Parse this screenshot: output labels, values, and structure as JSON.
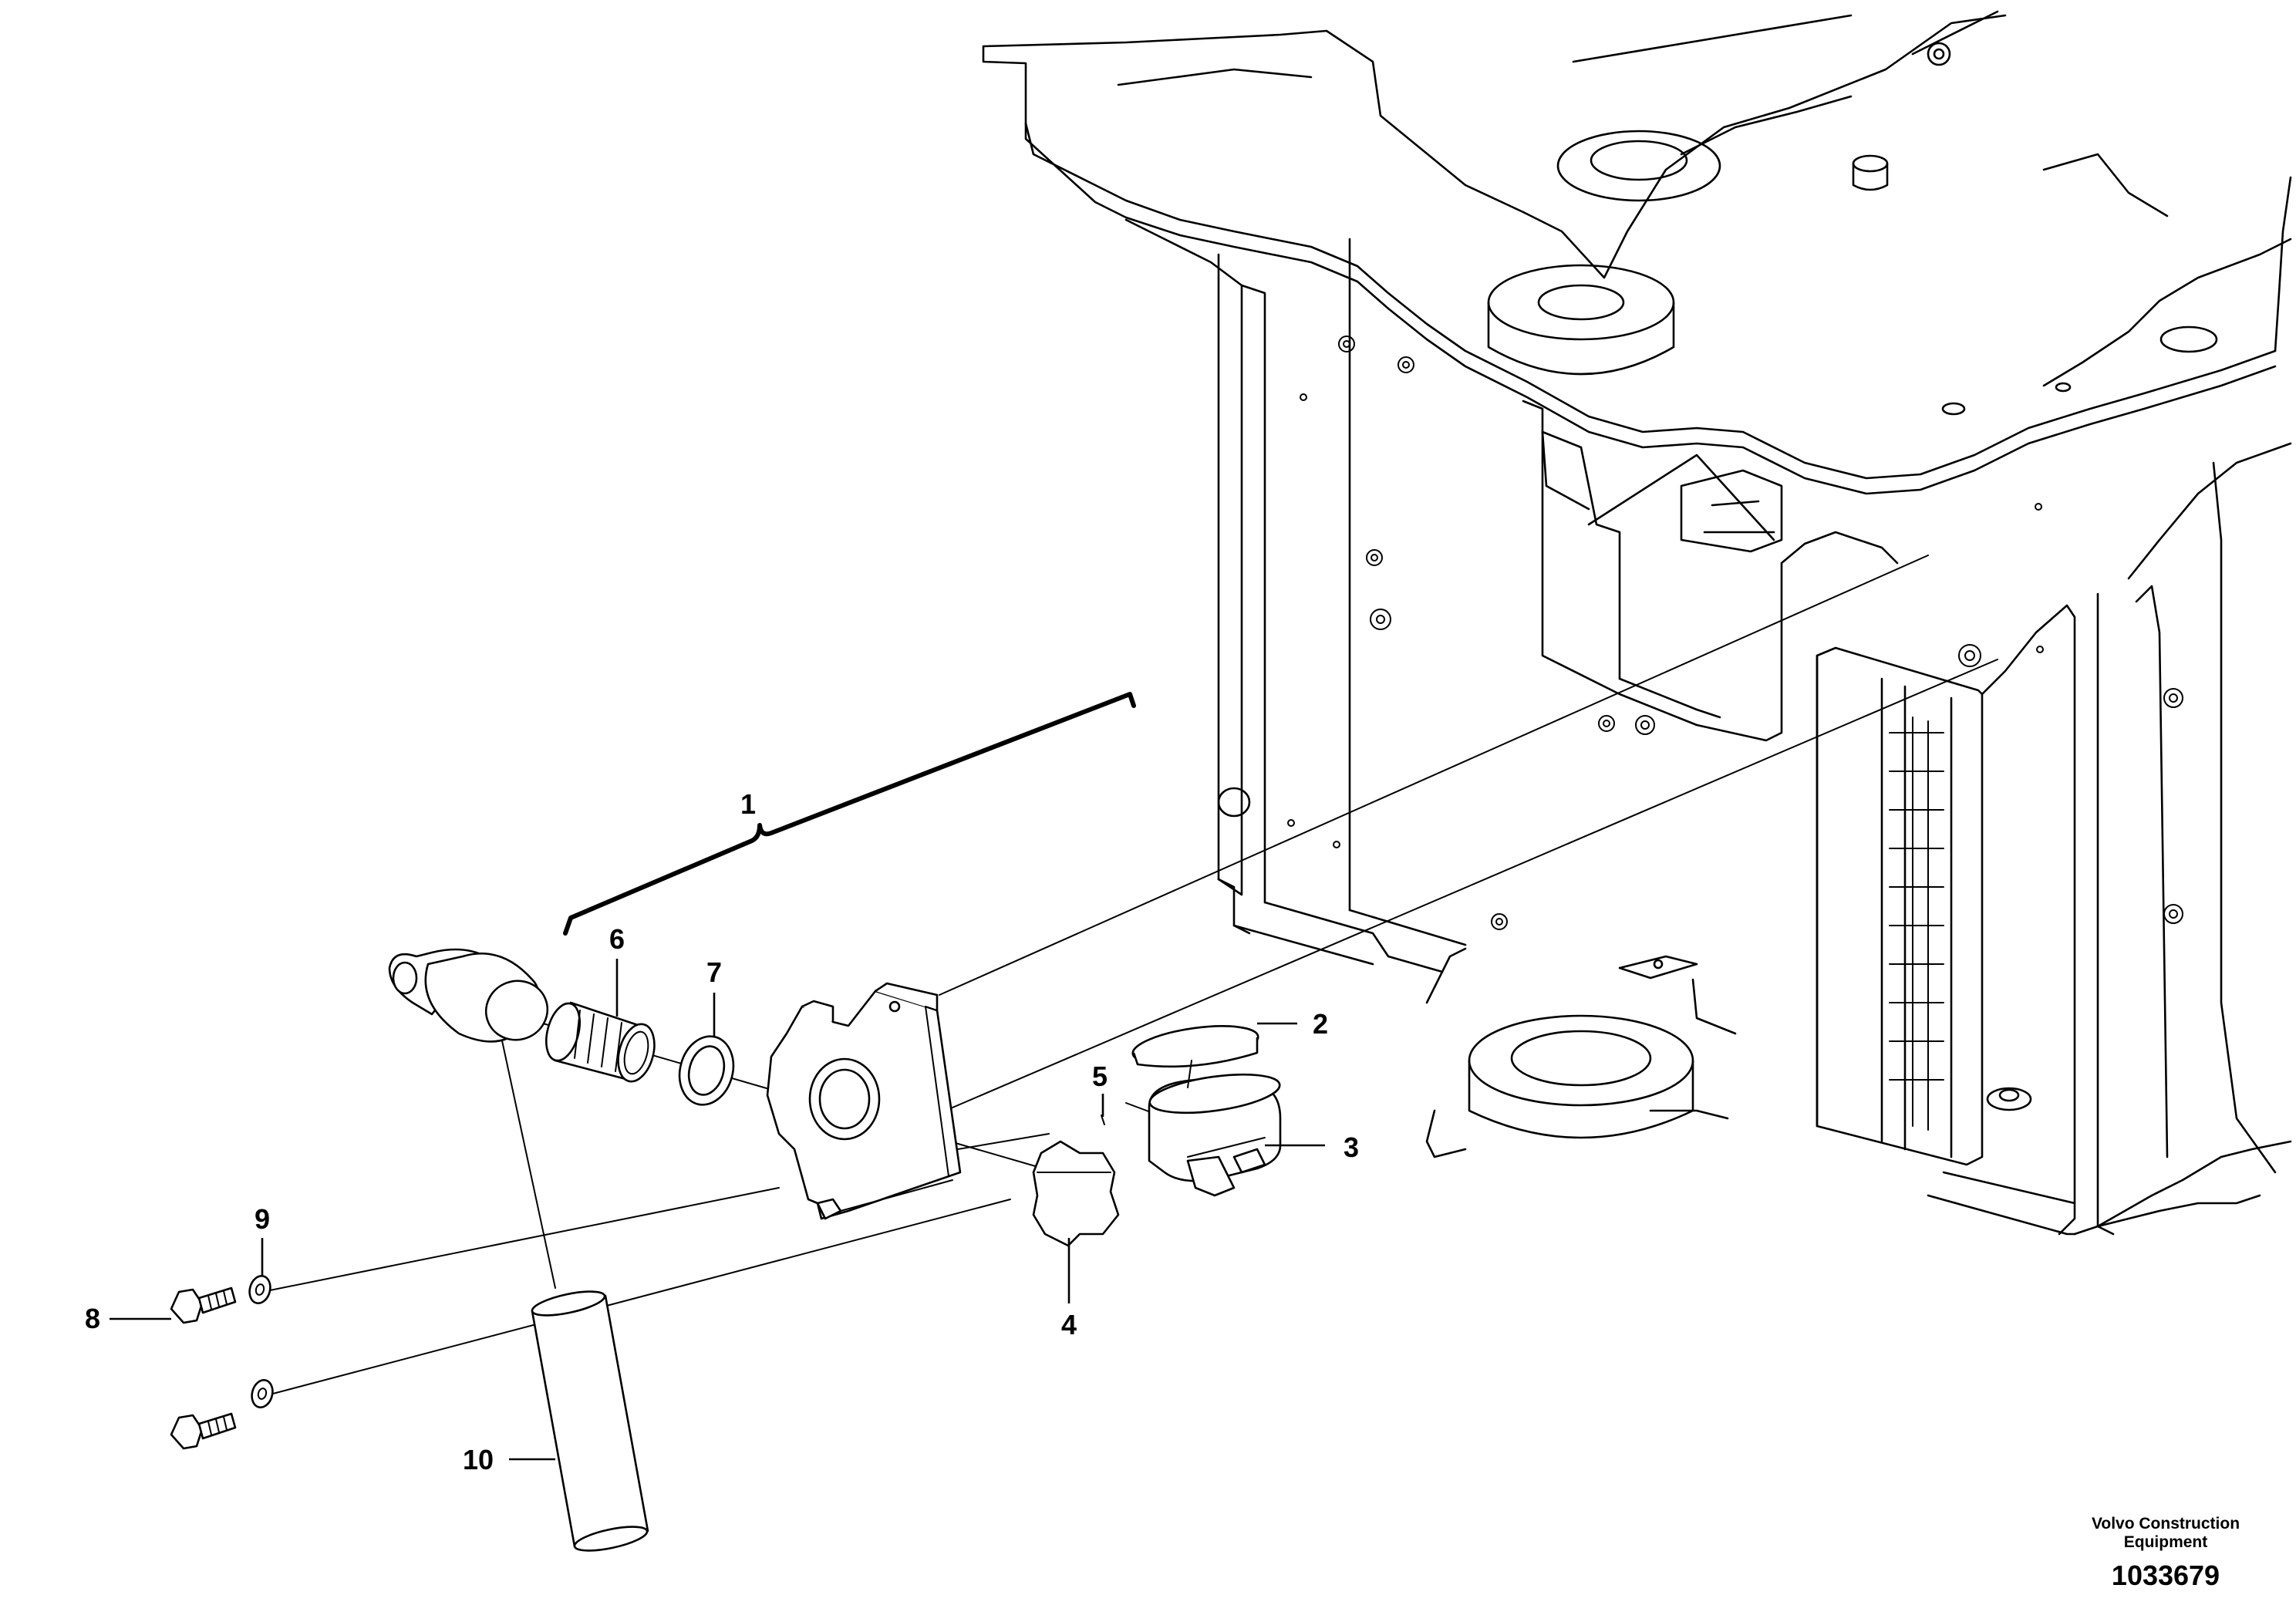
{
  "callouts": [
    {
      "id": "1",
      "label": "1"
    },
    {
      "id": "2",
      "label": "2"
    },
    {
      "id": "3",
      "label": "3"
    },
    {
      "id": "4",
      "label": "4"
    },
    {
      "id": "5",
      "label": "5"
    },
    {
      "id": "6",
      "label": "6"
    },
    {
      "id": "7",
      "label": "7"
    },
    {
      "id": "8",
      "label": "8"
    },
    {
      "id": "9",
      "label": "9"
    },
    {
      "id": "10",
      "label": "10"
    }
  ],
  "credit": {
    "line1": "Volvo Construction",
    "line2": "Equipment",
    "number": "1033679"
  }
}
